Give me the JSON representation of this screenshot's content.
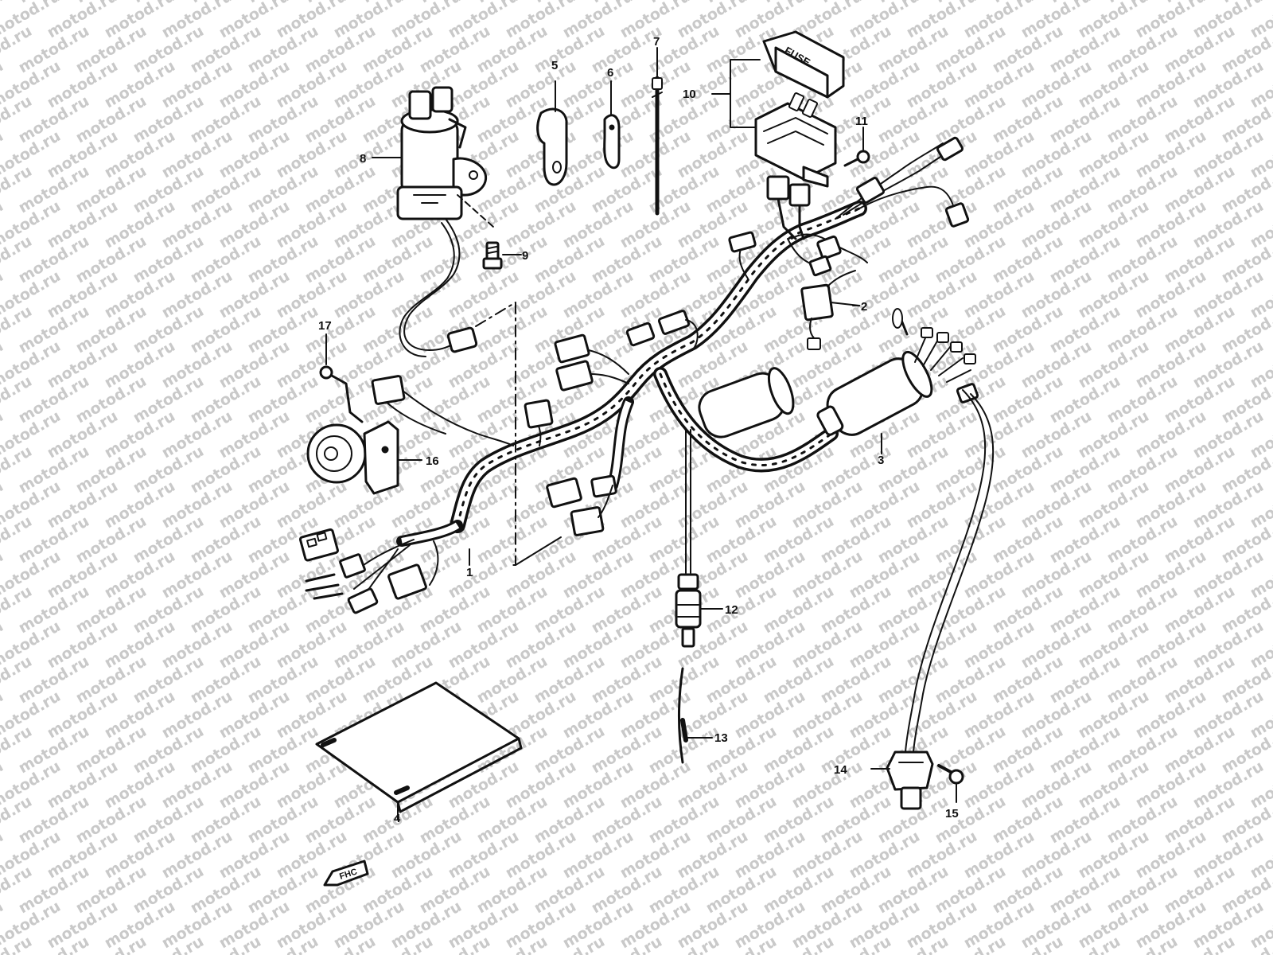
{
  "watermark": "motod.ru",
  "fuse_label": "FUSE",
  "arrow_label": "FHC",
  "callouts": {
    "c1": "1",
    "c2": "2",
    "c3": "3",
    "c4": "4",
    "c5": "5",
    "c6": "6",
    "c7": "7",
    "c8": "8",
    "c9": "9",
    "c10": "10",
    "c11": "11",
    "c12": "12",
    "c13": "13",
    "c14": "14",
    "c15": "15",
    "c16": "16",
    "c17": "17"
  }
}
